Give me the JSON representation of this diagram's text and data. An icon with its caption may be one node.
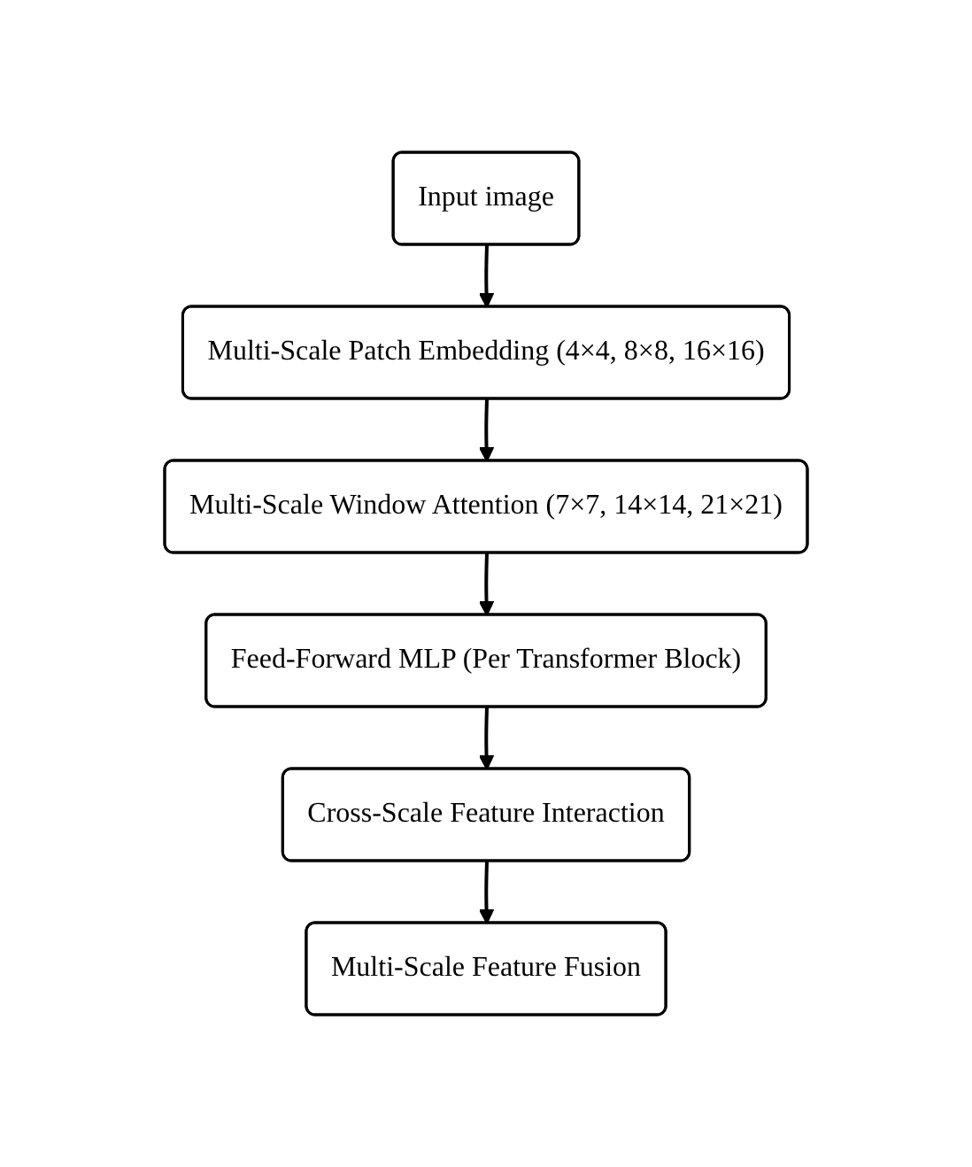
{
  "diagram": {
    "nodes": [
      {
        "text": [
          "Input image"
        ]
      },
      {
        "text": [
          "Multi-Scale Patch Embedding (4×4, 8×8, 16×16)"
        ]
      },
      {
        "text": [
          "Multi-Scale Window Attention (7×7, 14×14, 21×21)"
        ]
      },
      {
        "text": [
          "Feed-Forward MLP (Per Transformer Block)"
        ]
      },
      {
        "text": [
          "Cross-Scale Feature Interaction"
        ]
      },
      {
        "text": [
          "Multi-Scale Feature Fusion"
        ]
      }
    ],
    "edges": [
      {
        "from": 0,
        "to": 1,
        "arrow": "to"
      },
      {
        "from": 1,
        "to": 2,
        "arrow": "to"
      },
      {
        "from": 2,
        "to": 3,
        "arrow": "to"
      },
      {
        "from": 3,
        "to": 4,
        "arrow": "to"
      },
      {
        "from": 4,
        "to": 5,
        "arrow": "to"
      }
    ]
  }
}
